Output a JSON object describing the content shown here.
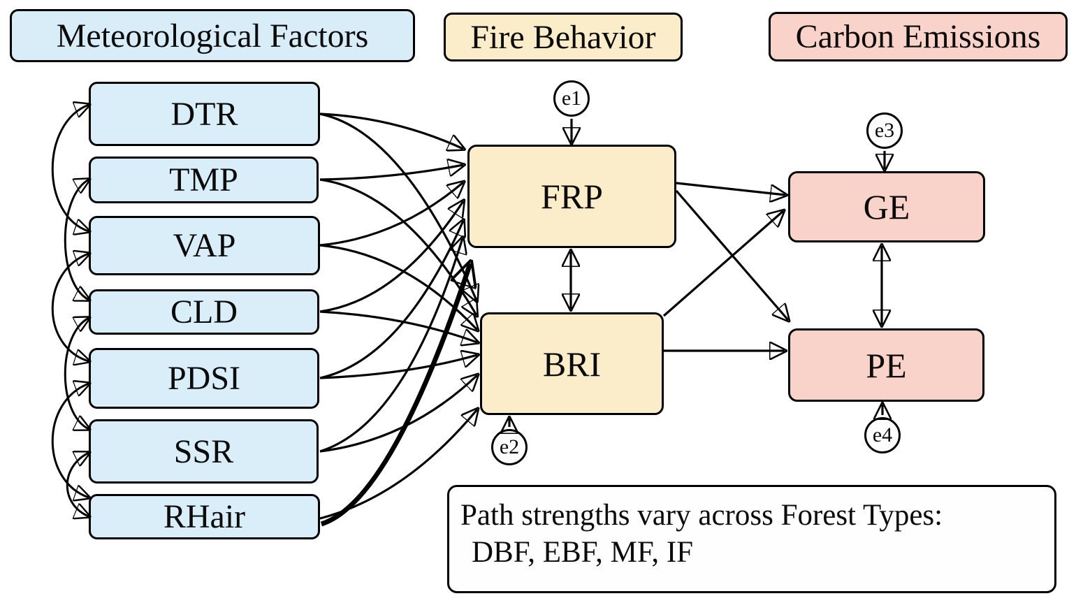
{
  "headers": {
    "met": "Meteorological Factors",
    "fire": "Fire Behavior",
    "carbon": "Carbon Emissions"
  },
  "factors": [
    "DTR",
    "TMP",
    "VAP",
    "CLD",
    "PDSI",
    "SSR",
    "RHair"
  ],
  "fire_nodes": {
    "frp": "FRP",
    "bri": "BRI"
  },
  "carbon_nodes": {
    "ge": "GE",
    "pe": "PE"
  },
  "errors": {
    "e1": "e1",
    "e2": "e2",
    "e3": "e3",
    "e4": "e4"
  },
  "note": {
    "line1": "Path strengths vary across Forest Types:",
    "line2": "DBF, EBF, MF, IF"
  },
  "colors": {
    "met_fill": "#d8edf8",
    "fire_fill": "#fcedca",
    "carbon_fill": "#f9d3ca",
    "stroke": "#000000",
    "note_fill": "#fefefe"
  },
  "paths": {
    "regression": [
      {
        "from": "DTR",
        "to": "FRP"
      },
      {
        "from": "TMP",
        "to": "FRP"
      },
      {
        "from": "VAP",
        "to": "FRP"
      },
      {
        "from": "CLD",
        "to": "FRP"
      },
      {
        "from": "PDSI",
        "to": "FRP"
      },
      {
        "from": "SSR",
        "to": "FRP"
      },
      {
        "from": "RHair",
        "to": "FRP",
        "emphasis": "bold"
      },
      {
        "from": "DTR",
        "to": "BRI"
      },
      {
        "from": "TMP",
        "to": "BRI"
      },
      {
        "from": "VAP",
        "to": "BRI"
      },
      {
        "from": "CLD",
        "to": "BRI"
      },
      {
        "from": "PDSI",
        "to": "BRI"
      },
      {
        "from": "SSR",
        "to": "BRI"
      },
      {
        "from": "RHair",
        "to": "BRI"
      },
      {
        "from": "FRP",
        "to": "GE"
      },
      {
        "from": "FRP",
        "to": "PE"
      },
      {
        "from": "BRI",
        "to": "GE"
      },
      {
        "from": "BRI",
        "to": "PE"
      },
      {
        "from": "e1",
        "to": "FRP"
      },
      {
        "from": "e2",
        "to": "BRI"
      },
      {
        "from": "e3",
        "to": "GE"
      },
      {
        "from": "e4",
        "to": "PE"
      }
    ],
    "covariance": [
      {
        "between": [
          "FRP",
          "BRI"
        ]
      },
      {
        "between": [
          "GE",
          "PE"
        ]
      },
      {
        "between": [
          "DTR",
          "VAP"
        ]
      },
      {
        "between": [
          "TMP",
          "CLD"
        ]
      },
      {
        "between": [
          "VAP",
          "PDSI"
        ]
      },
      {
        "between": [
          "CLD",
          "SSR"
        ]
      },
      {
        "between": [
          "PDSI",
          "RHair"
        ]
      },
      {
        "between": [
          "SSR",
          "RHair"
        ]
      }
    ]
  }
}
